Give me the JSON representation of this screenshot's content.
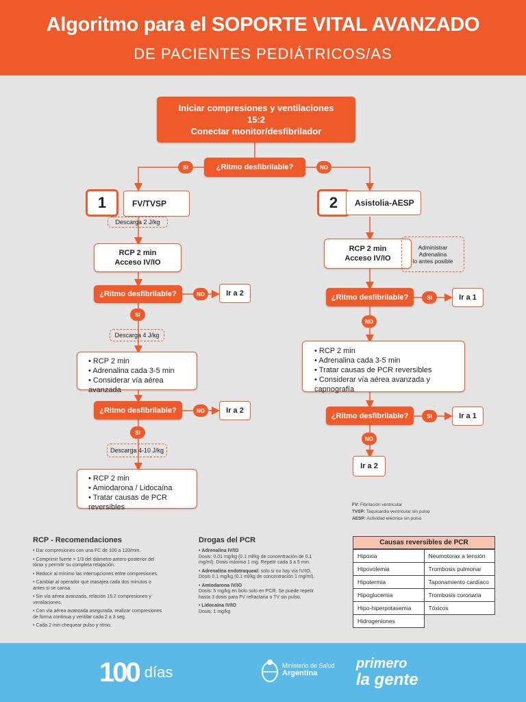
{
  "header": {
    "title": "Algoritmo para el SOPORTE VITAL AVANZADO",
    "subtitle": "DE PACIENTES PEDIÁTRICOS/AS"
  },
  "flow": {
    "start": [
      "Iniciar compresiones y ventilaciones",
      "15:2",
      "Conectar monitor/desfibrilador"
    ],
    "decision_top": "¿Ritmo desfibrilable?",
    "si": "SI",
    "no": "NO",
    "left": {
      "number": "1",
      "label": "FV/TVSP",
      "dose1": "Descarga 2 J/kg",
      "rcp1": [
        "RCP 2 min",
        "Acceso IV/IO"
      ],
      "decision": "¿Ritmo desfibrilable?",
      "goto": "Ir a 2",
      "dose2": "Descarga 4 J/kg",
      "list2": [
        "RCP 2 min",
        "Adrenalina cada 3-5 min",
        "Considerar vía aérea avanzada"
      ],
      "dose3": "Descarga 4-10 J/kg",
      "list3": [
        "RCP 2 min",
        "Amiodarona / Lidocaína",
        "Tratar causas de PCR reversibles"
      ]
    },
    "right": {
      "number": "2",
      "label": "Asistolia-AESP",
      "rcp1": [
        "RCP 2 min",
        "Acceso IV/IO"
      ],
      "adrenalina": [
        "Administrar",
        "Adrenalina",
        "lo antes posible"
      ],
      "decision": "¿Ritmo desfibrilable?",
      "goto": "Ir a 1",
      "list2": [
        "RCP 2 min",
        "Adrenalina cada 3-5 min",
        "Tratar causas de PCR reversibles",
        "Considerar vía aérea avanzada y capnografía"
      ],
      "final_goto": "Ir a 2"
    }
  },
  "abbrev": [
    {
      "k": "FV:",
      "v": "Fibrilación ventricular"
    },
    {
      "k": "TVSP:",
      "v": "Taquicardia ventricular sin pulso"
    },
    {
      "k": "AESP:",
      "v": "Actividad eléctrica sin pulso"
    }
  ],
  "rcp": {
    "title": "RCP - Recomendaciones",
    "items": [
      "Dar compresiones con una FC de 100 a 120/min.",
      "Comprimir fuerte > 1/3 del diámetro antero-posterior del tórax y permitir su completa relajación.",
      "Reducir al mínimo las interrupciones entre compresiones.",
      "Cambiar al operador que masajea cada dos minutos o antes si se cansa.",
      "Sin vía aérea avanzada, relación 15:2 compresiones y ventilaciones.",
      "Con vía aérea avanzada asegurada, realizar compresiones de forma continua y ventilar cada 2 a 3 seg.",
      "Cada 2 min chequear pulso y ritmo."
    ]
  },
  "drugs": {
    "title": "Drogas del PCR",
    "items": [
      {
        "name": "Adrenalina IV/IO",
        "text": "Dosis: 0.01 mg/kg (0.1 ml/kg de concentración de 0.1 mg/ml). Dosis máxima 1 mg. Repetir cada 3 a 5 min."
      },
      {
        "name": "Adrenalina endotraqueal:",
        "text": "solo si no hay vía IV/IO. Dosis 0.1 mg/kg (0.1 ml/kg de concentración 1 mg/ml)."
      },
      {
        "name": "Amiodarona IV/IO",
        "text": "Dosis: 5 mg/kg en bolo solo en PCR. Se puede repetir hasta 3 dosis para FV refractaria o TV sin pulso."
      },
      {
        "name": "Lidocaína IV/IO",
        "text": "Dosis: 1 mg/kg"
      }
    ]
  },
  "causes": {
    "title": "Causas reversibles de PCR",
    "left": [
      "Hipoxia",
      "Hipovolemia",
      "Hipotermia",
      "Hipoglucemia",
      "Hipo-hiperpotasemia",
      "Hidrogeniones"
    ],
    "right": [
      "Neumotorax a tensión",
      "Trombosis pulmonar",
      "Taponamiento cardíaco",
      "Trombosis coronaria",
      "Tóxicos"
    ]
  },
  "footer": {
    "logo1_num": "100",
    "logo1_text": "días",
    "ministry_line1": "Ministerio de Salud",
    "ministry_line2": "Argentina",
    "slogan_line1": "primero",
    "slogan_line2": "la gente"
  },
  "colors": {
    "accent": "#ef5a2a",
    "footer": "#5ab9e6",
    "background": "#e4e4e4"
  }
}
